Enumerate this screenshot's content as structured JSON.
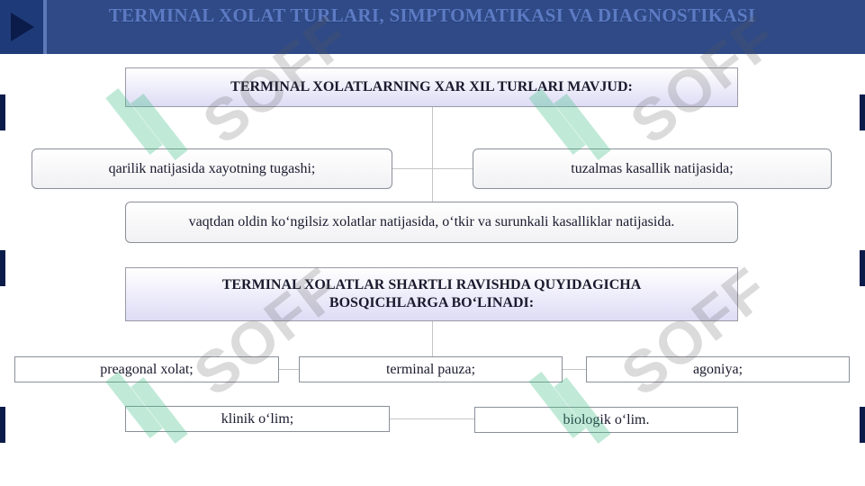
{
  "header": {
    "title": "TERMINAL XOLAT TURLARI, SIMPTOMATIKASI VA DIAGNOSTIKASI"
  },
  "section1": {
    "heading": "TERMINAL XOLATLARNING XAR XIL TURLARI MAVJUD:",
    "left_item": "qarilik natijasida xayotning tugashi;",
    "right_item": "tuzalmas kasallik natijasida;",
    "bottom_item": "vaqtdan oldin ko‘ngilsiz xolatlar natijasida, o‘tkir va surunkali kasalliklar natijasida."
  },
  "section2": {
    "heading": "TERMINAL XOLATLAR SHARTLI RAVISHDA QUYIDAGICHA BOSQICHLARGA BO‘LINADI:",
    "stages_row1": [
      "preagonal xolat;",
      "terminal pauza;",
      "agoniya;"
    ],
    "stages_row2": [
      "klinik o‘lim;",
      "biologik o‘lim."
    ]
  },
  "watermark": {
    "text": "SOFF"
  },
  "colors": {
    "topbar": "#2f4a86",
    "title_text": "#5d7bc4",
    "header_box_gradient_end": "#dedcf5",
    "watermark_logo": "#3cbe82"
  }
}
